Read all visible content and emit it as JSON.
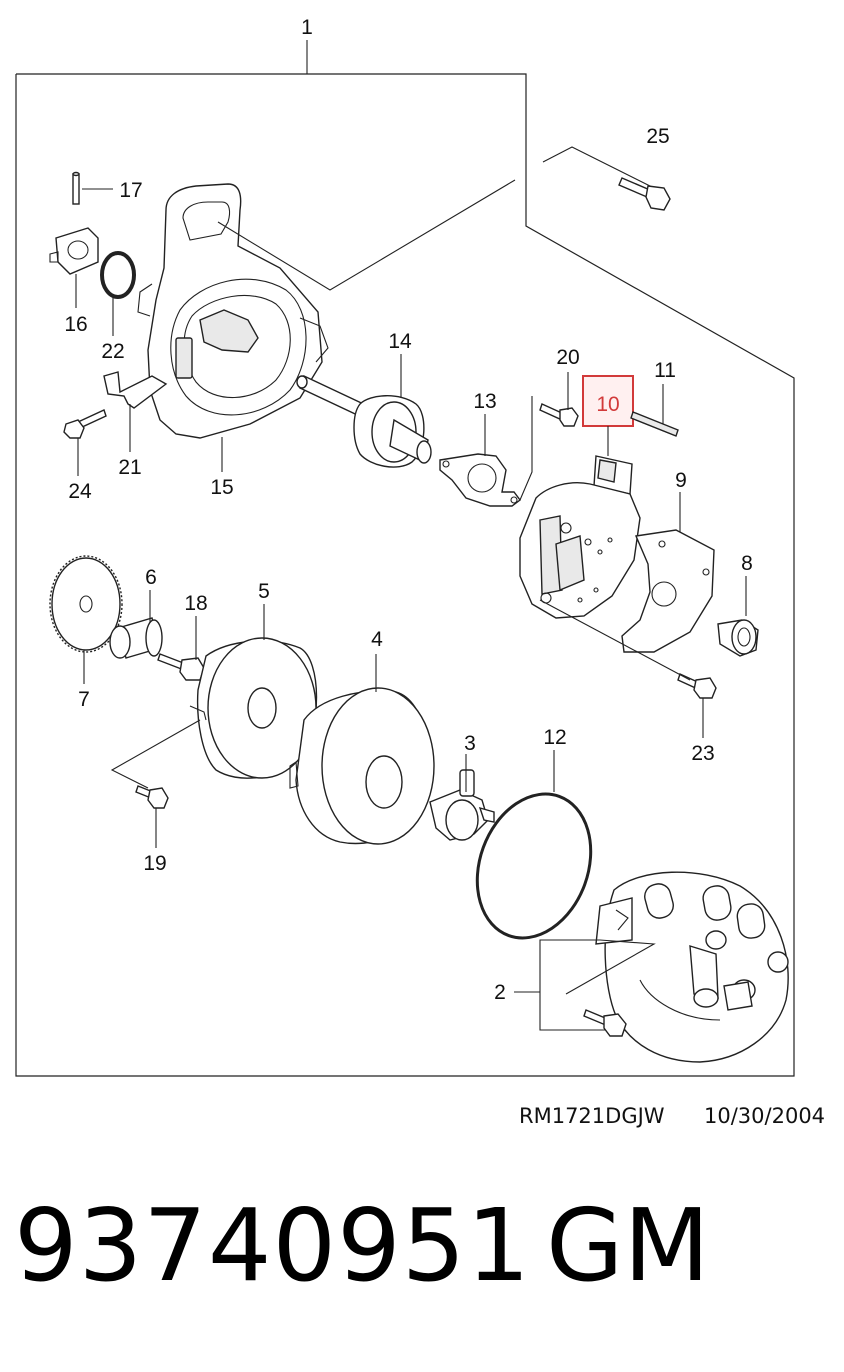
{
  "diagram": {
    "callouts": [
      {
        "id": "1",
        "text": "1"
      },
      {
        "id": "2",
        "text": "2"
      },
      {
        "id": "3",
        "text": "3"
      },
      {
        "id": "4",
        "text": "4"
      },
      {
        "id": "5",
        "text": "5"
      },
      {
        "id": "6",
        "text": "6"
      },
      {
        "id": "7",
        "text": "7"
      },
      {
        "id": "8",
        "text": "8"
      },
      {
        "id": "9",
        "text": "9"
      },
      {
        "id": "10",
        "text": "10",
        "highlighted": true
      },
      {
        "id": "11",
        "text": "11"
      },
      {
        "id": "12",
        "text": "12"
      },
      {
        "id": "13",
        "text": "13"
      },
      {
        "id": "14",
        "text": "14"
      },
      {
        "id": "15",
        "text": "15"
      },
      {
        "id": "16",
        "text": "16"
      },
      {
        "id": "17",
        "text": "17"
      },
      {
        "id": "18",
        "text": "18"
      },
      {
        "id": "19",
        "text": "19"
      },
      {
        "id": "20",
        "text": "20"
      },
      {
        "id": "21",
        "text": "21"
      },
      {
        "id": "22",
        "text": "22"
      },
      {
        "id": "23",
        "text": "23"
      },
      {
        "id": "24",
        "text": "24"
      },
      {
        "id": "25",
        "text": "25"
      }
    ],
    "highlight_color": "#d23a3a"
  },
  "footer": {
    "drawing_ref": "RM1721DGJW",
    "date": "10/30/2004"
  },
  "caption": {
    "part_number": "93740951",
    "brand": "GM"
  }
}
